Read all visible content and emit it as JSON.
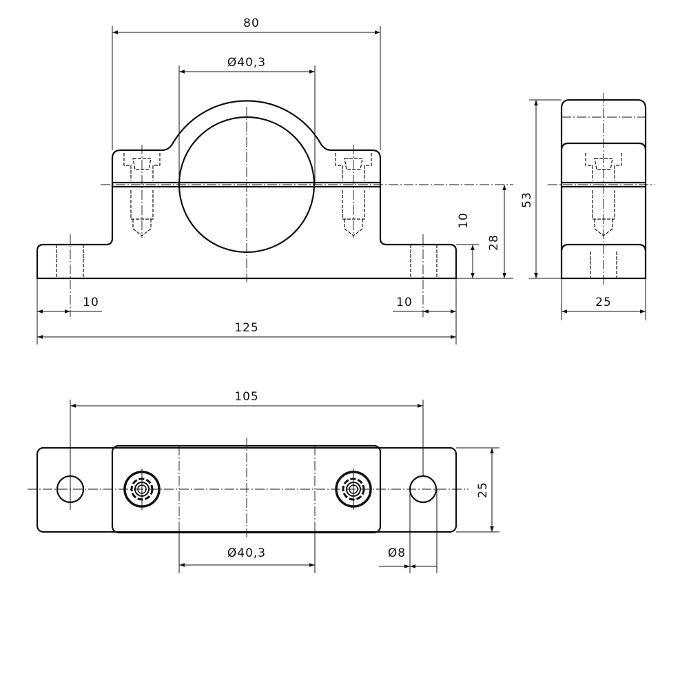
{
  "title": "Pipe clamp bearing block drawing",
  "dimensions": {
    "front_width": "80",
    "front_bore": "Ø40,3",
    "base_height": "10",
    "axis_height": "28",
    "total_height": "53",
    "hole_offset_left": "10",
    "hole_offset_right": "10",
    "total_length": "125",
    "side_depth": "25",
    "hole_spacing": "105",
    "top_depth": "25",
    "top_bore": "Ø40,3",
    "hole_diameter": "Ø8"
  }
}
